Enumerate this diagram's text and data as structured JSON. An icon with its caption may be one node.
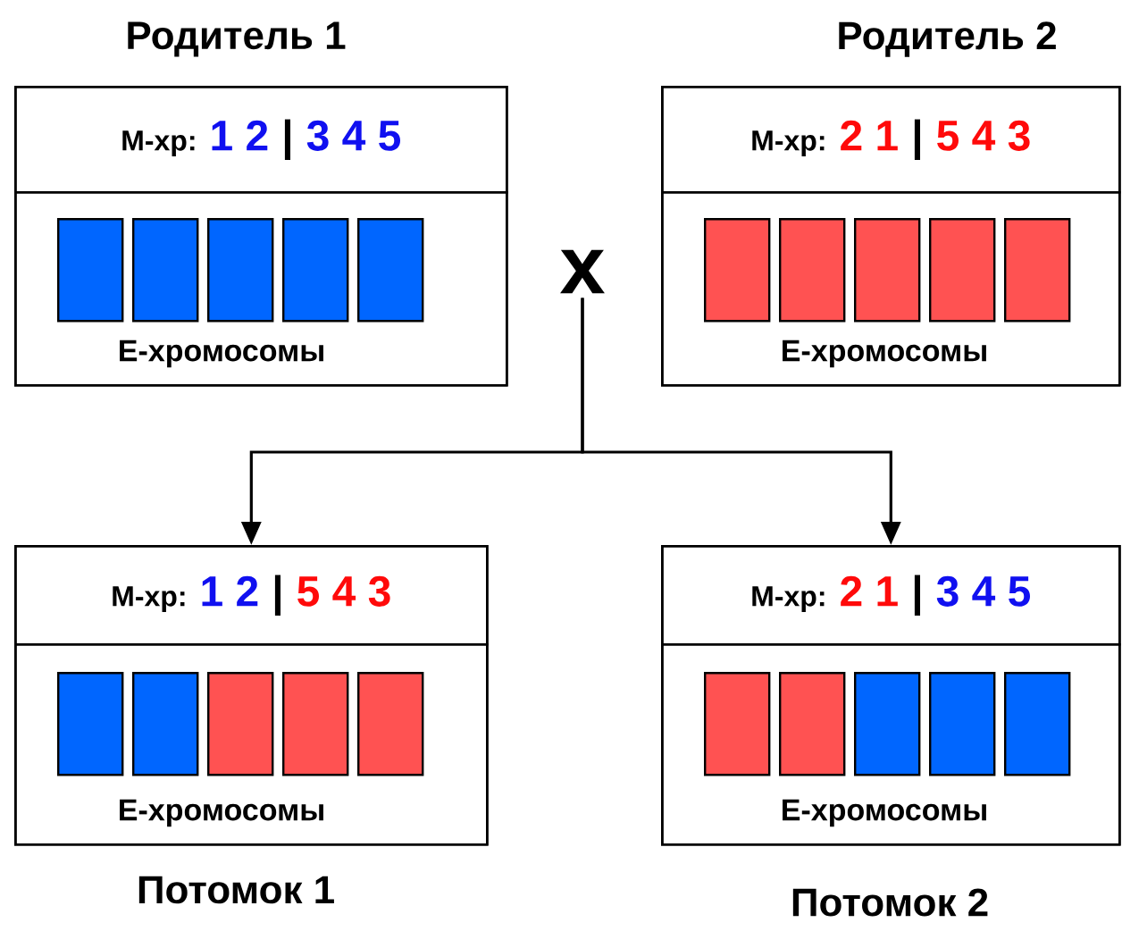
{
  "diagram": {
    "nodes": [
      {
        "text": [
          "Родитель 1"
        ]
      },
      {
        "text": [
          "М-хр:",
          "1 2",
          "|",
          "3 4 5"
        ],
        "in": 0
      },
      {
        "text": [
          "Е-хромосомы"
        ],
        "in": 0
      },
      {
        "text": [],
        "shape": "box",
        "in": 2
      },
      {
        "text": [],
        "shape": "box",
        "in": 2
      },
      {
        "text": [],
        "shape": "box",
        "in": 2
      },
      {
        "text": [],
        "shape": "box",
        "in": 2
      },
      {
        "text": [],
        "shape": "box",
        "in": 2
      },
      {
        "text": [
          "Родитель 2"
        ]
      },
      {
        "text": [
          "М-хр:",
          "2 1",
          "|",
          "5 4 3"
        ],
        "in": 8
      },
      {
        "text": [
          "Е-хромосомы"
        ],
        "in": 8
      },
      {
        "text": [],
        "shape": "box",
        "in": 10
      },
      {
        "text": [],
        "shape": "box",
        "in": 10
      },
      {
        "text": [],
        "shape": "box",
        "in": 10
      },
      {
        "text": [],
        "shape": "box",
        "in": 10
      },
      {
        "text": [],
        "shape": "box",
        "in": 10
      },
      {
        "text": [
          "x"
        ]
      },
      {
        "text": [
          "Потомок 1"
        ]
      },
      {
        "text": [
          "М-хр:",
          "1 2",
          "|",
          "5 4 3"
        ],
        "in": 17
      },
      {
        "text": [
          "Е-хромосомы"
        ],
        "in": 17
      },
      {
        "text": [],
        "shape": "box",
        "in": 19
      },
      {
        "text": [],
        "shape": "box",
        "in": 19
      },
      {
        "text": [],
        "shape": "box",
        "in": 19
      },
      {
        "text": [],
        "shape": "box",
        "in": 19
      },
      {
        "text": [],
        "shape": "box",
        "in": 19
      },
      {
        "text": [
          "Потомок 2"
        ]
      },
      {
        "text": [
          "М-хр:",
          "2 1",
          "|",
          "3 4 5"
        ],
        "in": 25
      },
      {
        "text": [
          "Е-хромосомы"
        ],
        "in": 25
      },
      {
        "text": [],
        "shape": "box",
        "in": 27
      },
      {
        "text": [],
        "shape": "box",
        "in": 27
      },
      {
        "text": [],
        "shape": "box",
        "in": 27
      },
      {
        "text": [],
        "shape": "box",
        "in": 27
      },
      {
        "text": [],
        "shape": "box",
        "in": 27
      }
    ],
    "edges": [
      {
        "from": 16,
        "to": 17,
        "arrow": "to"
      },
      {
        "from": 16,
        "to": 25,
        "arrow": "to"
      }
    ]
  }
}
